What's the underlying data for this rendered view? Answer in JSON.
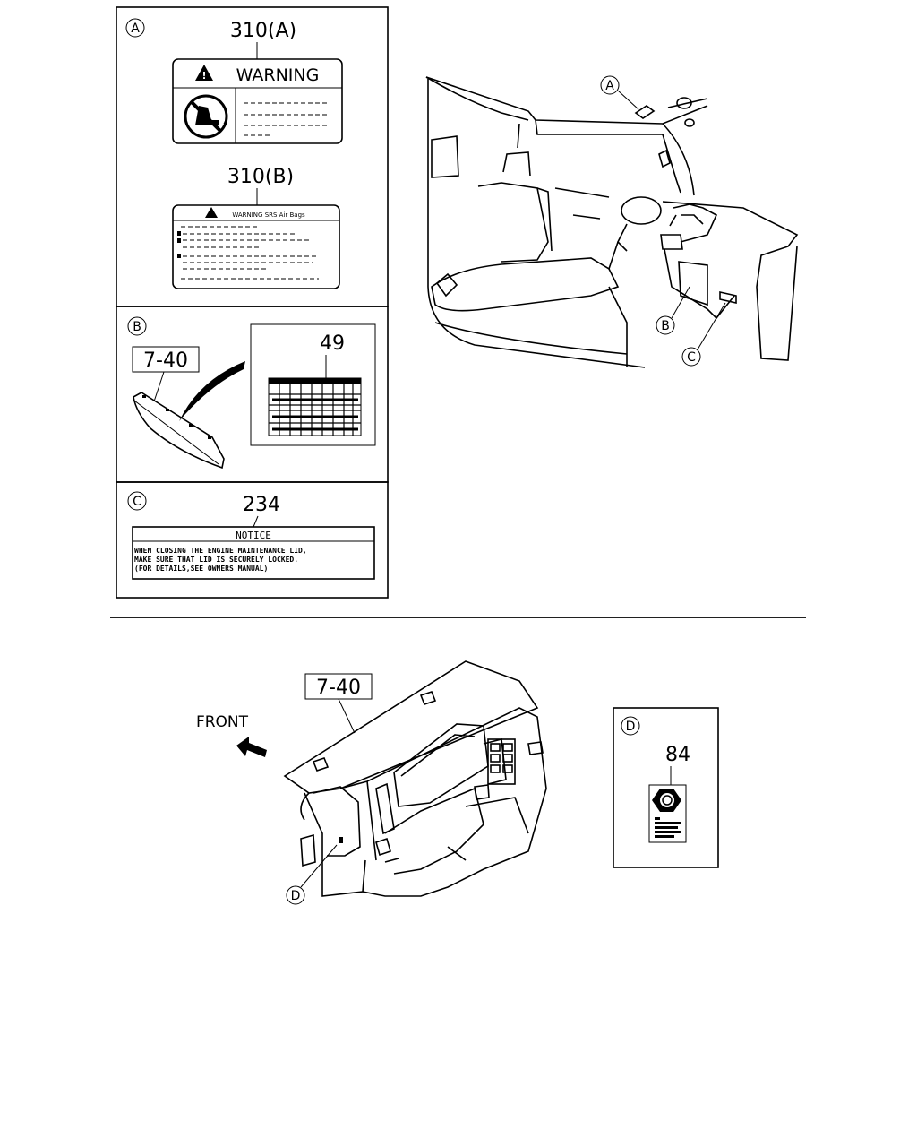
{
  "panel_a": {
    "letter": "A",
    "part_a": "310(A)",
    "warning_title": "WARNING",
    "part_b": "310(B)",
    "label_b_title": "WARNING SRS Air Bags"
  },
  "panel_b": {
    "letter": "B",
    "part_panel": "7-40",
    "part_label": "49"
  },
  "panel_c": {
    "letter": "C",
    "part": "234",
    "notice_title": "NOTICE",
    "notice_line1": "WHEN CLOSING THE ENGINE MAINTENANCE LID,",
    "notice_line2": "MAKE SURE THAT LID IS SECURELY LOCKED.",
    "notice_line3": "(FOR DETAILS,SEE OWNERS MANUAL)"
  },
  "cab_callouts": [
    "A",
    "B",
    "C"
  ],
  "bottom": {
    "part_dash": "7-40",
    "front_label": "FRONT",
    "callout_d": "D"
  },
  "panel_d": {
    "letter": "D",
    "part": "84"
  }
}
